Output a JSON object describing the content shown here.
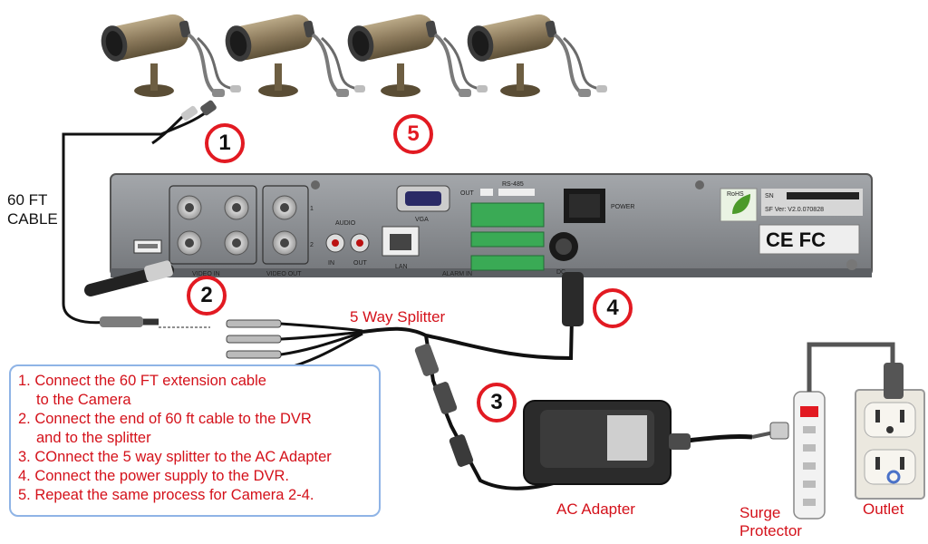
{
  "labels": {
    "cable": [
      "60 FT",
      "CABLE"
    ],
    "splitter": "5 Way Splitter",
    "ac_adapter": "AC Adapter",
    "surge_protector": [
      "Surge",
      "Protector"
    ],
    "outlet": "Outlet"
  },
  "steps": [
    "1",
    "2",
    "3",
    "4",
    "5"
  ],
  "instructions": [
    [
      "1. Connect the 60 FT extension cable",
      "to the Camera"
    ],
    [
      "2. Connect the end of 60 ft cable to the DVR",
      "and to the splitter"
    ],
    [
      "3. COnnect the 5 way splitter to the AC Adapter"
    ],
    [
      "4. Connect the power supply to the DVR."
    ],
    [
      "5. Repeat the same process for Camera 2-4."
    ]
  ],
  "dvr_panel": {
    "video_in": "VIDEO IN",
    "video_out": "VIDEO OUT",
    "audio": "AUDIO",
    "audio_in": "IN",
    "audio_out": "OUT",
    "vga": "VGA",
    "lan": "LAN",
    "rs485": "RS-485",
    "out": "OUT",
    "alarm_in": "ALARM IN",
    "power": "POWER",
    "dc": "DC",
    "sn": "SN",
    "sf_ver": "SF Ver:  V2.0.070828",
    "rohs": "RoHS",
    "ce_fc": "CE FC",
    "ch1": "1",
    "ch2": "2"
  },
  "colors": {
    "step_ring": "#e21a22",
    "label_red": "#d4111a",
    "box_border": "#8fb4e6",
    "dvr_panel": "#8a8d91",
    "camera_body": "#8c7a5c"
  },
  "icons": [
    "camera-icon",
    "dvr-rear-panel",
    "ac-adapter-icon",
    "surge-protector-icon",
    "wall-outlet-icon",
    "splitter-icon"
  ]
}
